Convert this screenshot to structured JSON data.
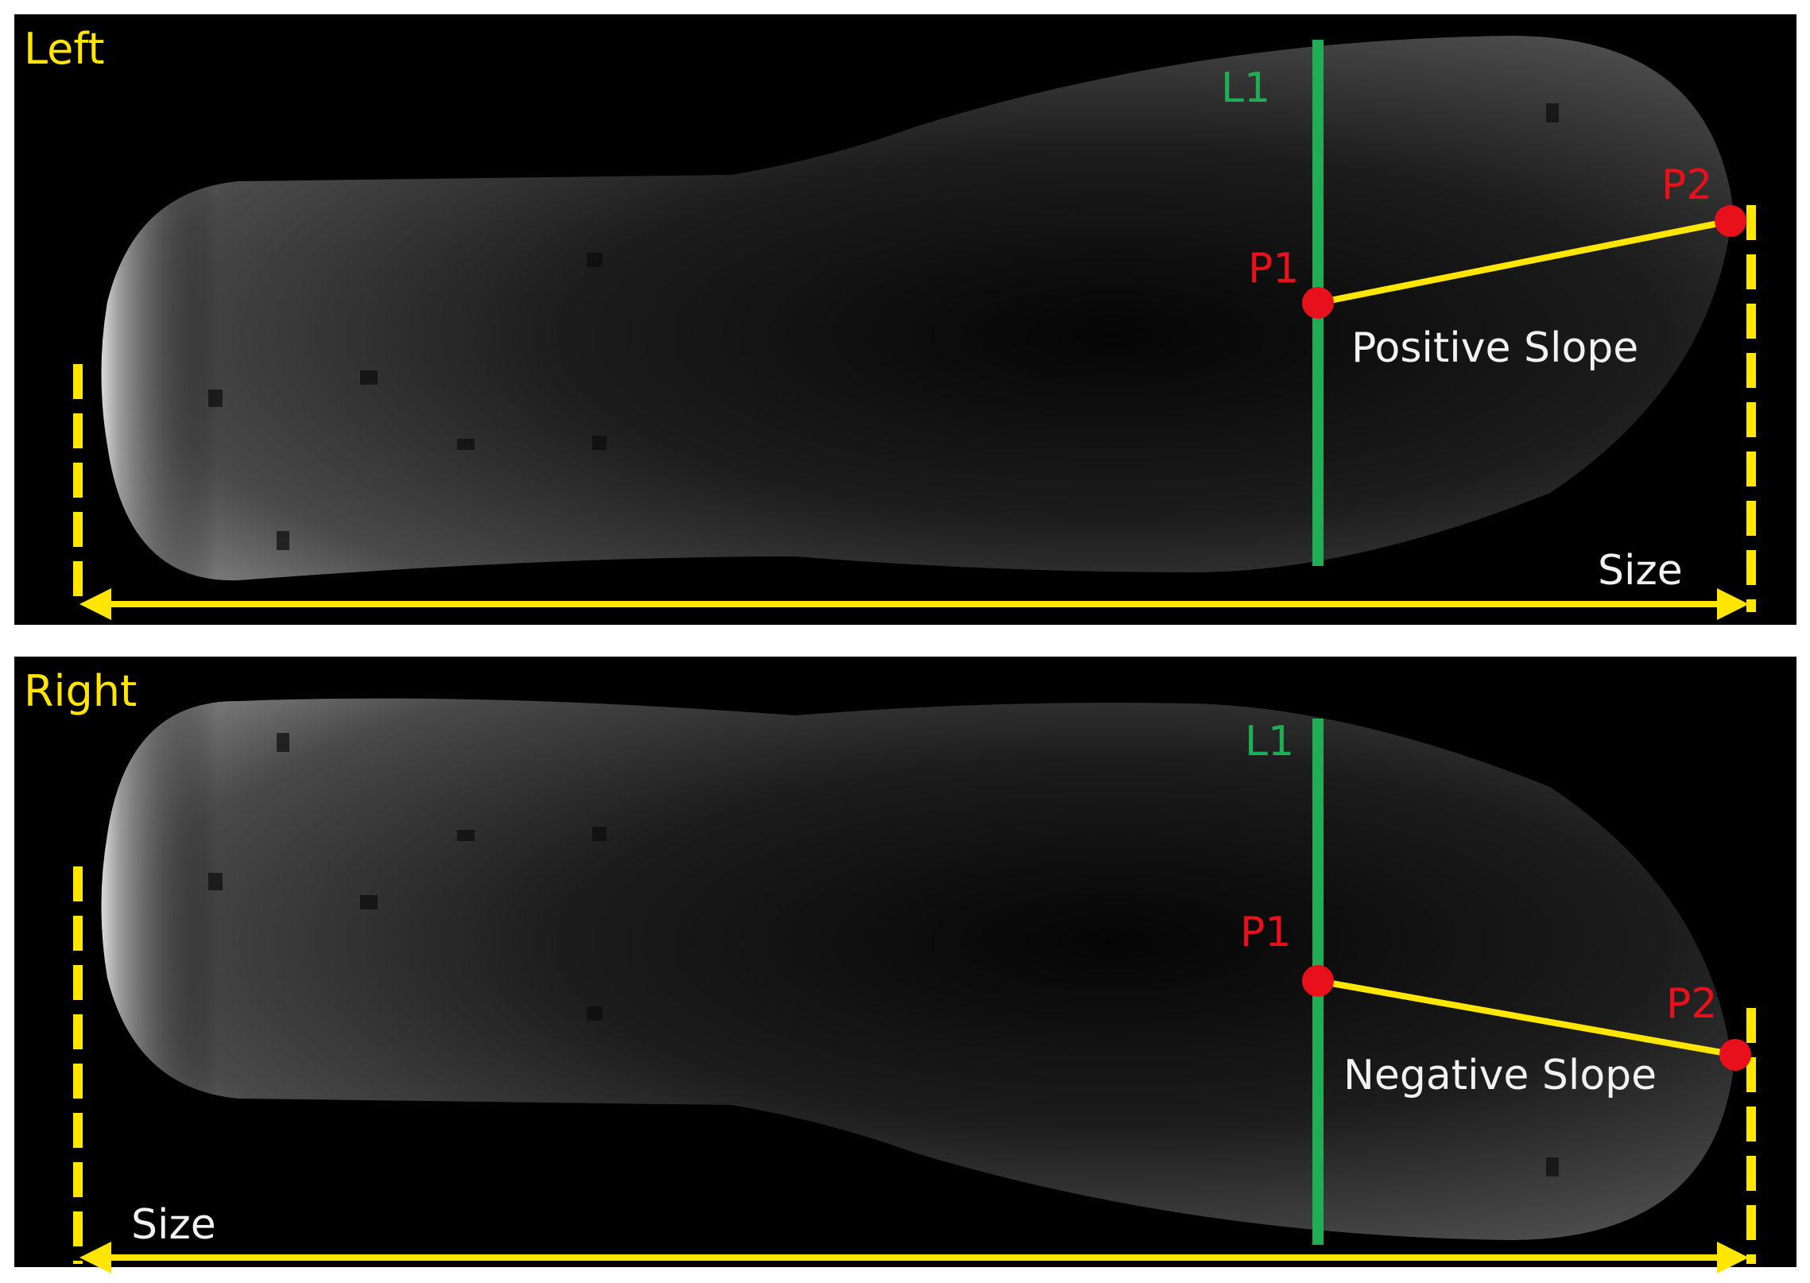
{
  "panels": [
    {
      "id": "left",
      "title": "Left",
      "line_label": "L1",
      "p1_label": "P1",
      "p2_label": "P2",
      "slope_label": "Positive Slope",
      "size_label": "Size"
    },
    {
      "id": "right",
      "title": "Right",
      "line_label": "L1",
      "p1_label": "P1",
      "p2_label": "P2",
      "slope_label": "Negative Slope",
      "size_label": "Size"
    }
  ],
  "colors": {
    "background": "#000000",
    "measure_yellow": "#ffe600",
    "line_green": "#1fae55",
    "point_red": "#e8101a",
    "text_white": "#f2f2f2"
  }
}
